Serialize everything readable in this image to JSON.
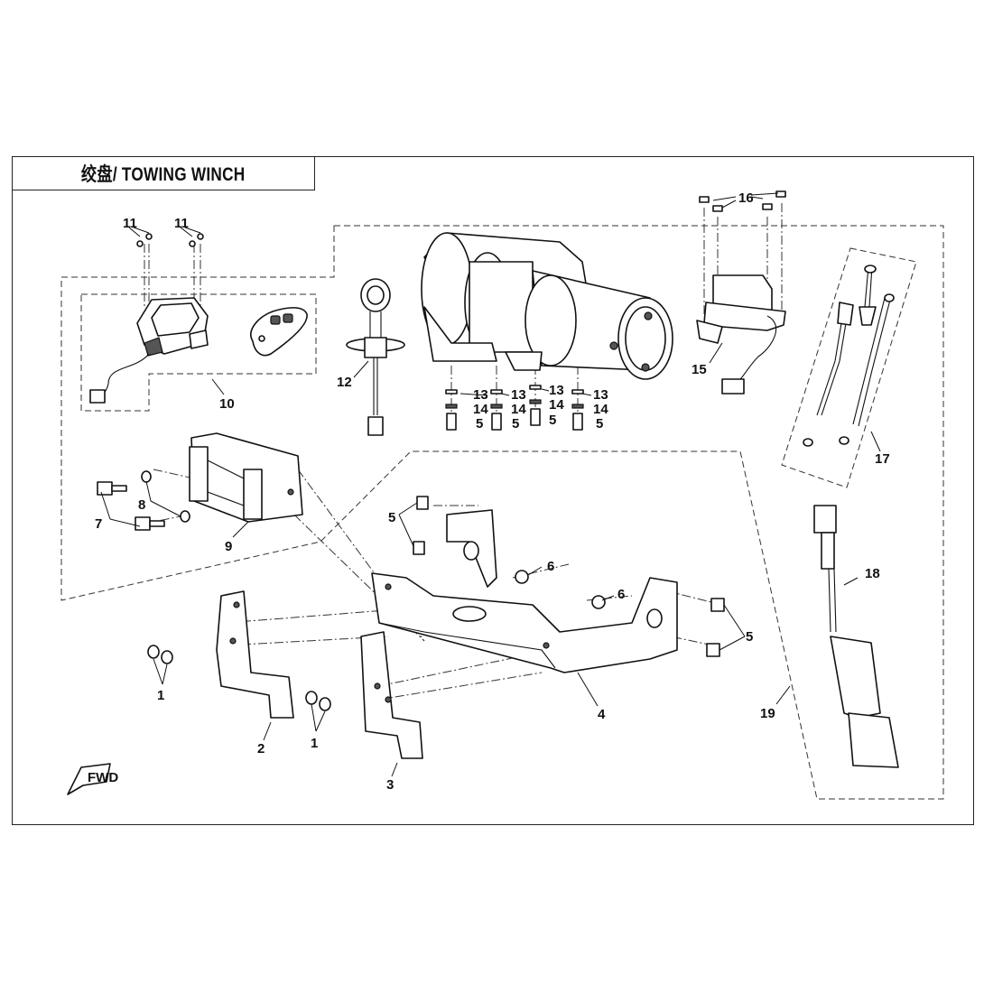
{
  "title": "绞盘/ TOWING WINCH",
  "fwd_label": "FWD",
  "callouts": {
    "c1a": "1",
    "c1b": "1",
    "c2": "2",
    "c3": "3",
    "c4": "4",
    "c5a": "5",
    "c5b": "5",
    "c5c": "5",
    "c5d": "5",
    "c5e": "5",
    "c5f": "5",
    "c6a": "6",
    "c6b": "6",
    "c7": "7",
    "c8": "8",
    "c9": "9",
    "c10": "10",
    "c11a": "11",
    "c11b": "11",
    "c12": "12",
    "c13a": "13",
    "c13b": "13",
    "c13c": "13",
    "c13d": "13",
    "c14a": "14",
    "c14b": "14",
    "c14c": "14",
    "c14d": "14",
    "c15": "15",
    "c16": "16",
    "c17": "17",
    "c18": "18",
    "c19": "19"
  }
}
